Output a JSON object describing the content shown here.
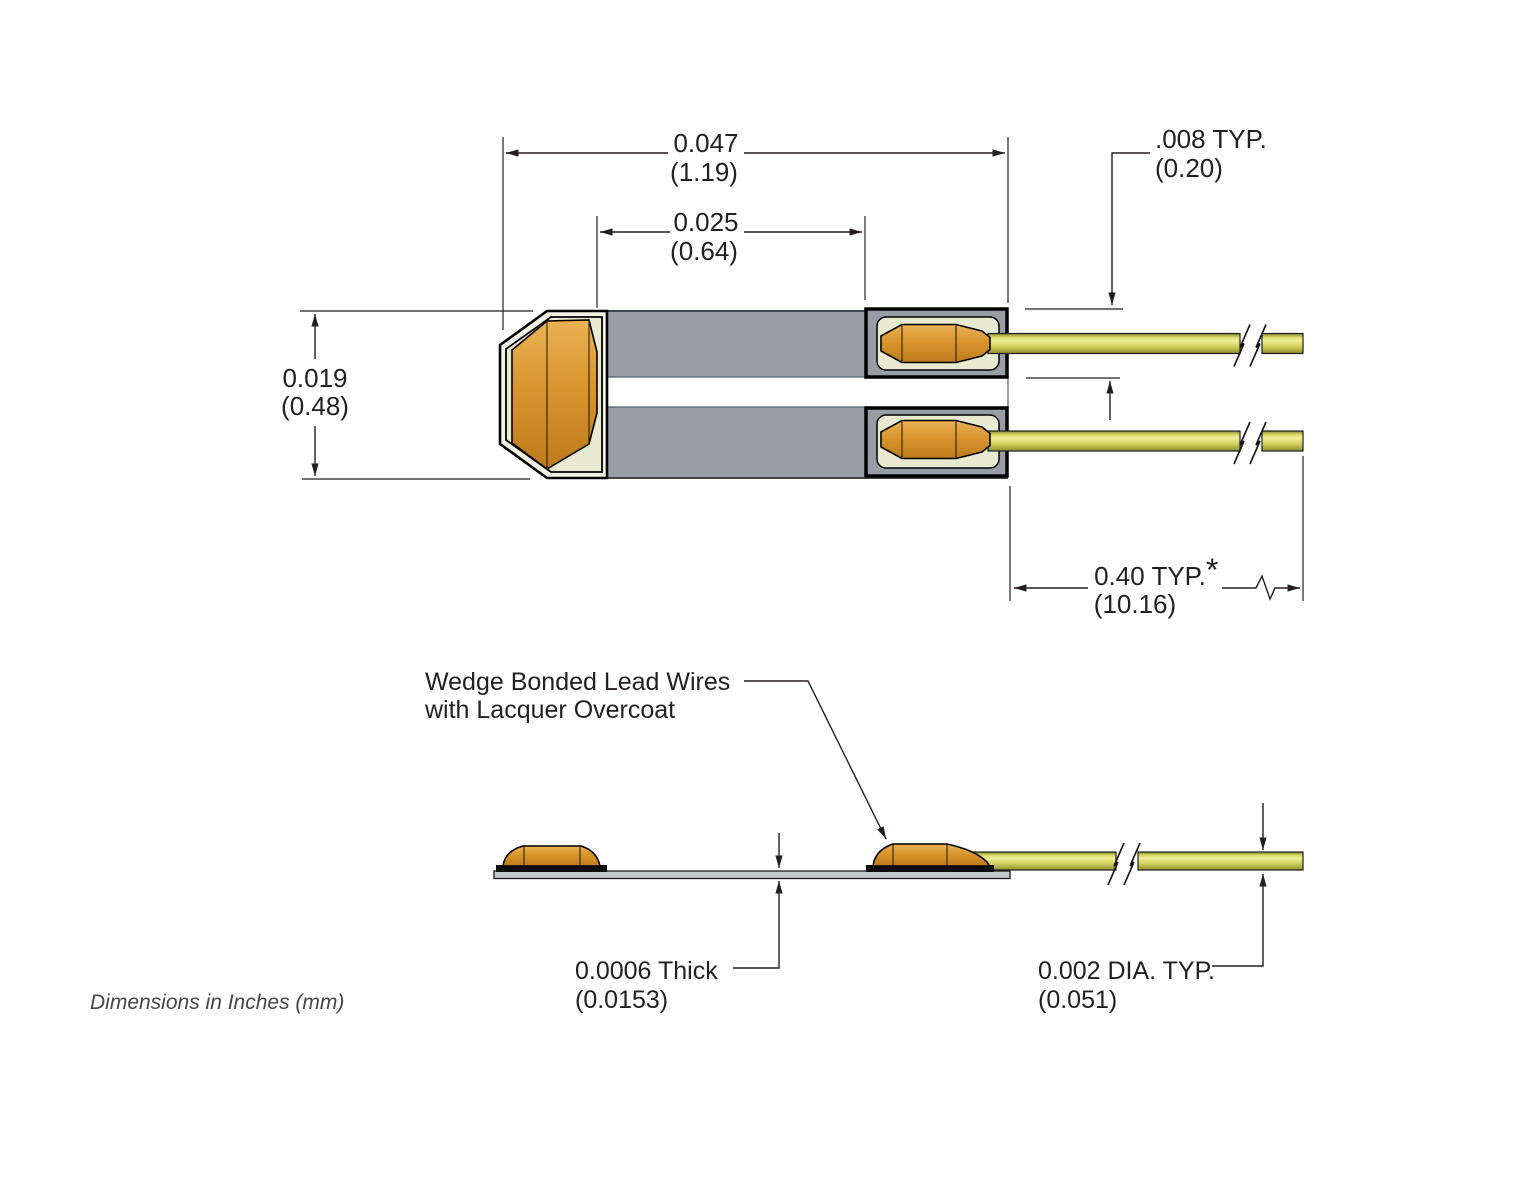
{
  "drawing": {
    "footer_note": "Dimensions in Inches (mm)",
    "colors": {
      "body_gray": "#979ea5",
      "pad_cream": "#e9ead2",
      "bond_orange": "#d9952e",
      "wire_yellow": "#d8d65f",
      "line_dark": "#231f20",
      "substrate_gray": "#c6c9ca"
    },
    "top_view": {
      "dim_overall_width": {
        "inches": "0.047",
        "mm": "(1.19)"
      },
      "dim_inner_width": {
        "inches": "0.025",
        "mm": "(0.64)"
      },
      "dim_lead_width": {
        "inches": ".008 TYP.",
        "mm": "(0.20)"
      },
      "dim_height": {
        "inches": "0.019",
        "mm": "(0.48)"
      },
      "dim_lead_length": {
        "inches": "0.40 TYP.",
        "mm": "(10.16)",
        "footnote": "*"
      }
    },
    "side_view": {
      "callout_line1": "Wedge Bonded Lead Wires",
      "callout_line2": "with Lacquer Overcoat",
      "dim_thickness": {
        "inches": "0.0006 Thick",
        "mm": "(0.0153)"
      },
      "dim_wire_diameter": {
        "inches": "0.002 DIA. TYP.",
        "mm": "(0.051)"
      }
    }
  }
}
